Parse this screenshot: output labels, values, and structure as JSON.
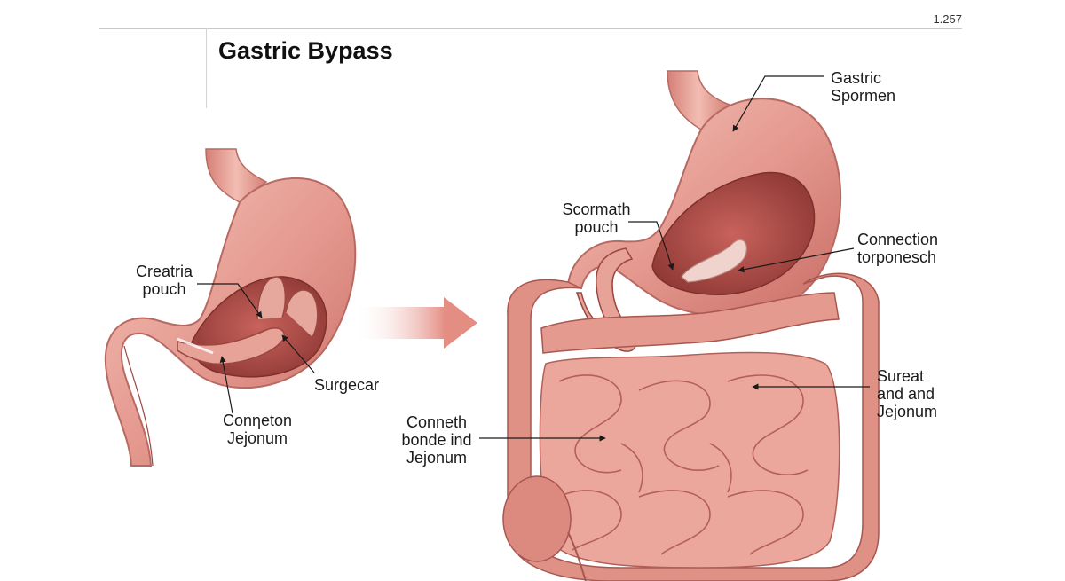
{
  "header": {
    "page_number": "1.257",
    "title": "Gastric Bypass"
  },
  "left_figure": {
    "labels": {
      "pouch": [
        "Creatria",
        "pouch"
      ],
      "surgery": [
        "Surgecar"
      ],
      "connection": [
        "Conηeton",
        "Jejonum"
      ]
    }
  },
  "right_figure": {
    "labels": {
      "stomach": [
        "Gastric",
        "Spormen"
      ],
      "pouch": [
        "Scormath",
        "pouch"
      ],
      "connection": [
        "Connection",
        "torponesch"
      ],
      "jejunum_right": [
        "Sureat",
        "and and",
        "Jejonum"
      ],
      "jejunum_left": [
        "Conneth",
        "bonde ind",
        "Jejonum"
      ]
    }
  },
  "colors": {
    "tissue": "#e59a90",
    "tissue_dark": "#b85c55",
    "interior": "#a54844",
    "arrow": "#e7948a"
  },
  "icons": [
    "transition-arrow-icon"
  ]
}
